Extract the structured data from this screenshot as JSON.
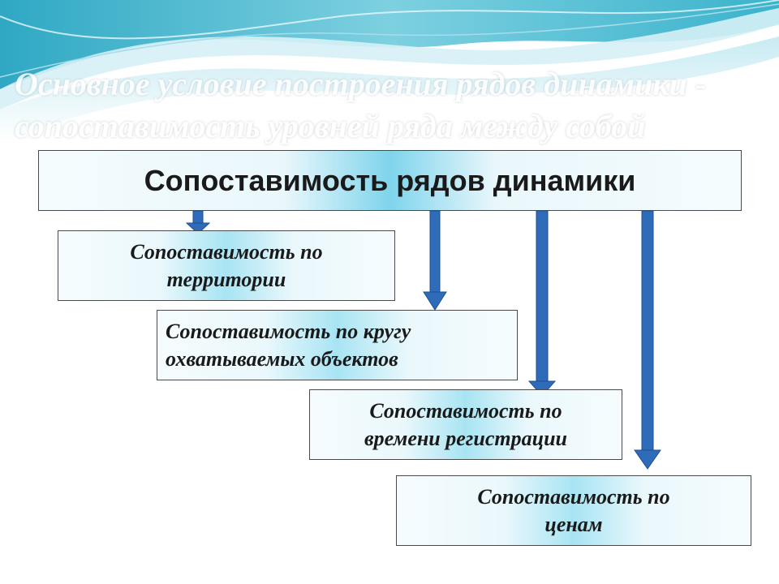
{
  "heading": {
    "line1": "Основное условие построения рядов динамики -",
    "line2": "сопоставимость уровней ряда между собой"
  },
  "diagram": {
    "main": "Сопоставимость рядов динамики",
    "items": [
      {
        "line1": "Сопоставимость по",
        "line2": "территории"
      },
      {
        "line1": "Сопоставимость по кругу",
        "line2": "охватываемых объектов"
      },
      {
        "line1": "Сопоставимость по",
        "line2": "времени регистрации"
      },
      {
        "line1": "Сопоставимость по",
        "line2": "ценам"
      }
    ]
  },
  "colors": {
    "arrow": "#2e6bb8",
    "arrow_outline": "#1f4f8f",
    "wave_teal": "#5cc5d8",
    "wave_light": "#c9ecf3"
  }
}
